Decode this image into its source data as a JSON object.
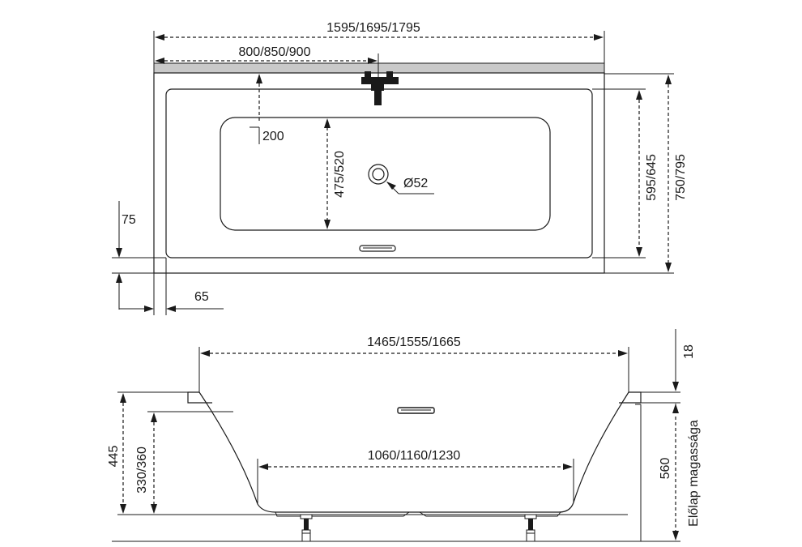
{
  "top_view": {
    "overall_length": "1595/1695/1795",
    "center_offset": "800/850/900",
    "inner_offset": "200",
    "drain_diameter": "Ø52",
    "inner_width": "475/520",
    "rim_width": "595/645",
    "overall_width": "750/795",
    "rim_left": "75",
    "rim_side": "65"
  },
  "side_view": {
    "top_length": "1465/1555/1665",
    "bottom_length": "1060/1160/1230",
    "rim_thickness": "18",
    "height_total": "445",
    "height_inner": "330/360",
    "panel_height": "560",
    "panel_label": "Előlap magassága"
  }
}
